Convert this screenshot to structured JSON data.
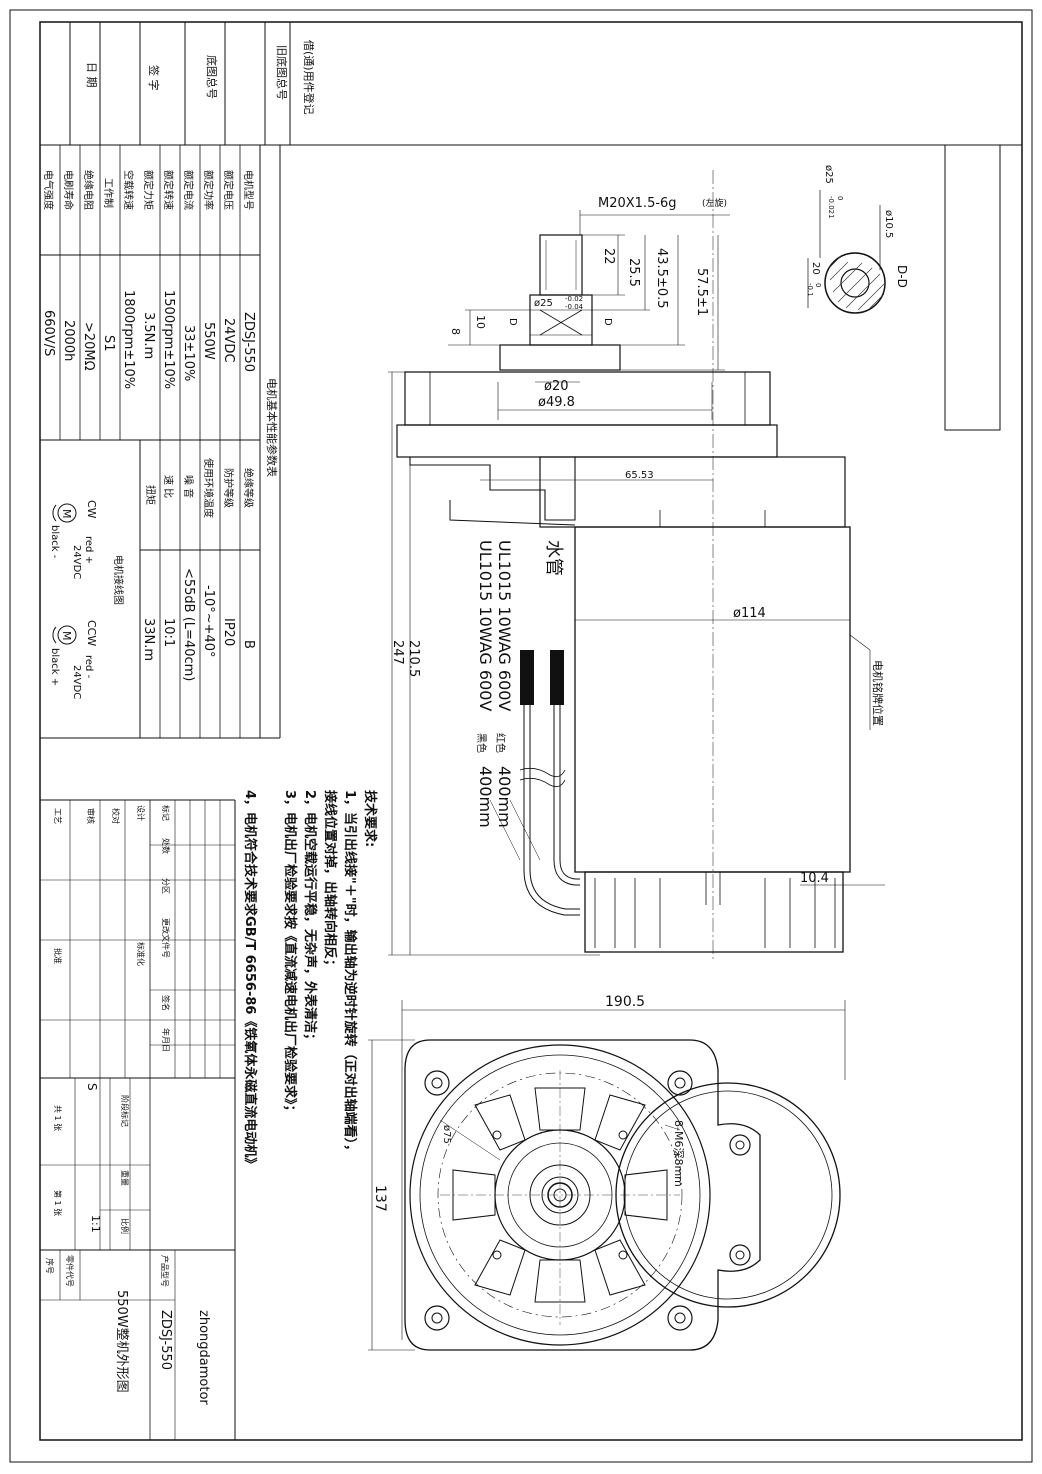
{
  "views": {
    "section_label": "D-D",
    "section_dims": {
      "bore": "ø25",
      "bore_upper": "0",
      "bore_lower": "-0.021",
      "key_width": "ø10.5",
      "key_depth": "20",
      "key_upper": "0",
      "key_lower": "-0.1"
    },
    "thread": "M20X1.5-6g",
    "thread_note": "(左旋)",
    "shaft_dims": [
      "22",
      "25.5",
      "43.5±0.5",
      "57.5±1",
      "10",
      "8"
    ],
    "shaft_dia": "ø25",
    "shaft_tol_upper": "-0.02",
    "shaft_tol_lower": "-0.04",
    "section_marker": "D",
    "flange_dia_1": "ø20",
    "flange_dia_2": "ø49.8",
    "offset_dim": "65.53",
    "body_dia": "ø114",
    "nameplate_callout": "电机铭牌位置",
    "length_1": "210.5",
    "length_2": "247",
    "lead_label": "水管",
    "cable_1": "UL1015 10WAG 600V",
    "cable_1_color": "红色",
    "cable_1_len": "400mm",
    "cable_2": "UL1015 10WAG 600V",
    "cable_2_color": "黑色",
    "cable_2_len": "400mm",
    "end_dim": "10.4",
    "width_dim": "190.5",
    "height_dim": "137",
    "bolt_circle": "ø75",
    "holes_note": "8-M6深8mm"
  },
  "tech": {
    "title": "技术要求:",
    "items": [
      "1，当引出线接\"＋\"时，输出轴为逆时针旋转（正对出轴端看），",
      "   接线位置对掉，出轴转向相反；",
      "2，电机空载运行平稳，无杂声，外表清洁；",
      "3，电机出厂检验要求按《直流减速电机出厂检验要求》；",
      "4，电机符合技术要求GB/T 6656-86《铁氧体永磁直流电动机》"
    ]
  },
  "side_block": {
    "rows": [
      "借(通)用件登记",
      "旧底图总号",
      "底图总号",
      "签  字",
      "日  期"
    ]
  },
  "spec": {
    "title": "电机基本性能参数表",
    "rows": [
      {
        "label": "电机型号",
        "value": "ZDSJ-550"
      },
      {
        "label": "额定电压",
        "value": "24VDC"
      },
      {
        "label": "额定功率",
        "value": "550W"
      },
      {
        "label": "额定电流",
        "value": "33±10%"
      },
      {
        "label": "额定转速",
        "value": "1500rpm±10%"
      },
      {
        "label": "额定力矩",
        "value": "3.5N.m"
      },
      {
        "label": "空载转速",
        "value": "1800rpm±10%"
      },
      {
        "label": "工作制",
        "value": "S1"
      },
      {
        "label": "绝缘电阻",
        "value": ">20MΩ"
      },
      {
        "label": "电刷寿命",
        "value": "2000h"
      },
      {
        "label": "电气强度",
        "value": "660V/S"
      }
    ],
    "rows_right": [
      {
        "label": "绝缘等级",
        "value": "B"
      },
      {
        "label": "防护等级",
        "value": "IP20"
      },
      {
        "label": "使用环境温度",
        "value": "-10°~+40°"
      },
      {
        "label": "噪  音",
        "value": "<55dB (L=40cm)"
      },
      {
        "label": "速  比",
        "value": "10:1"
      },
      {
        "label": "扭矩",
        "value": "33N.m"
      }
    ],
    "wiring_title": "电机接线图",
    "cw": "CW",
    "ccw": "CCW",
    "red_plus": "red +",
    "black_minus": "black -",
    "red_minus": "red -",
    "black_plus": "black +",
    "volt": "24VDC",
    "motor": "M"
  },
  "title_block": {
    "headers": [
      "标记",
      "处数",
      "分区",
      "更改文件号",
      "签名",
      "年月日"
    ],
    "left_labels": [
      "设计",
      "校对",
      "审核",
      "工艺"
    ],
    "std": "标准化",
    "approve": "批准",
    "stage": "阶段标记",
    "weight": "重量",
    "scale_label": "比例",
    "scale": "1:1",
    "s": "S",
    "total": "共 1 张",
    "sheet": "第 1 张",
    "company": "zhongdamotor",
    "product_label": "产品型号",
    "product": "ZDSJ-550",
    "part_label": "零件代号",
    "drawing_name": "550W整机外形图",
    "seq_label": "序号"
  }
}
